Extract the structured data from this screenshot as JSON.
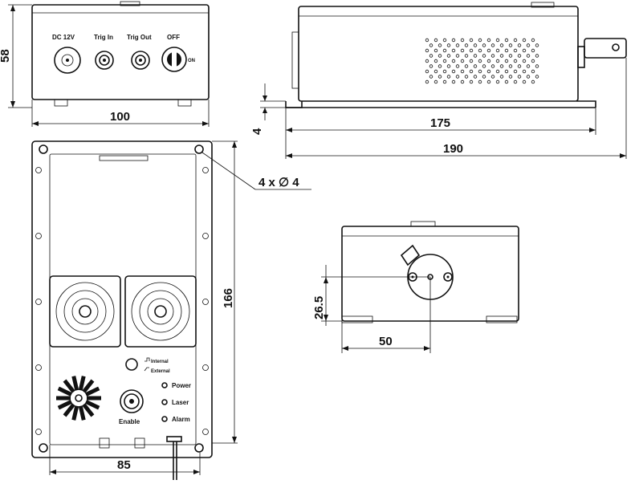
{
  "dimensions": {
    "front_height": "58",
    "front_width": "100",
    "side_body": "175",
    "side_total": "190",
    "flange": "4",
    "holes": "4 x ∅ 4",
    "top_length": "166",
    "top_width": "85",
    "rear_height": "26.5",
    "rear_offset": "50"
  },
  "front_panel": {
    "dc": "DC 12V",
    "trig_in": "Trig In",
    "trig_out": "Trig Out",
    "off": "OFF",
    "on": "ON"
  },
  "top_panel": {
    "internal": "Internal",
    "external": "External",
    "power": "Power",
    "laser": "Laser",
    "alarm": "Alarm",
    "enable": "Enable"
  }
}
